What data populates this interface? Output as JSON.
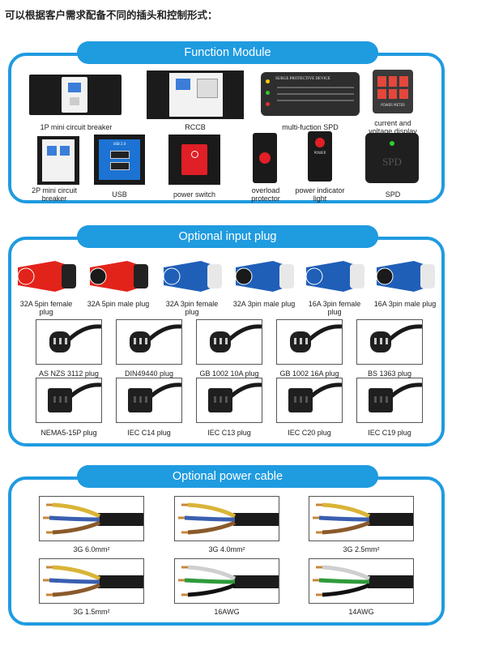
{
  "heading": "可以根据客户需求配备不同的插头和控制形式：",
  "function_module": {
    "title": "Function Module",
    "items": [
      {
        "label": "1P mini circuit breaker"
      },
      {
        "label": "RCCB"
      },
      {
        "label": "multi-fuction SPD"
      },
      {
        "label": "current and voltage display"
      },
      {
        "label": "2P mini circuit breaker"
      },
      {
        "label": "USB"
      },
      {
        "label": "power switch"
      },
      {
        "label": "overload protector"
      },
      {
        "label": "power indicator light"
      },
      {
        "label": "SPD"
      }
    ],
    "spd_text": "SURGE PROTECTIVE DEVICE",
    "usb_text": "USB 2.0",
    "power_text": "POWER",
    "meter_text": "POWER METER",
    "spd_box_text": "SPD"
  },
  "input_plug": {
    "title": "Optional input plug",
    "industrial": [
      {
        "label": "32A 5pin female plug",
        "color": "#e2231a"
      },
      {
        "label": "32A 5pin male plug",
        "color": "#e2231a"
      },
      {
        "label": "32A 3pin female plug",
        "color": "#1f5fb8"
      },
      {
        "label": "32A 3pin male plug",
        "color": "#1f5fb8"
      },
      {
        "label": "16A 3pin female plug",
        "color": "#1f5fb8"
      },
      {
        "label": "16A 3pin male plug",
        "color": "#1f5fb8"
      }
    ],
    "plugs_row1": [
      {
        "label": "AS NZS 3112 plug"
      },
      {
        "label": "DIN49440 plug"
      },
      {
        "label": "GB 1002 10A plug"
      },
      {
        "label": "GB 1002 16A plug"
      },
      {
        "label": "BS 1363 plug"
      }
    ],
    "plugs_row2": [
      {
        "label": "NEMA5-15P plug"
      },
      {
        "label": "IEC C14 plug"
      },
      {
        "label": "IEC C13 plug"
      },
      {
        "label": "IEC C20 plug"
      },
      {
        "label": "IEC C19 plug"
      }
    ]
  },
  "power_cable": {
    "title": "Optional power cable",
    "cables": [
      {
        "label": "3G 6.0mm²"
      },
      {
        "label": "3G 4.0mm²"
      },
      {
        "label": "3G 2.5mm²"
      },
      {
        "label": "3G 1.5mm²"
      },
      {
        "label": "16AWG"
      },
      {
        "label": "14AWG"
      }
    ]
  }
}
